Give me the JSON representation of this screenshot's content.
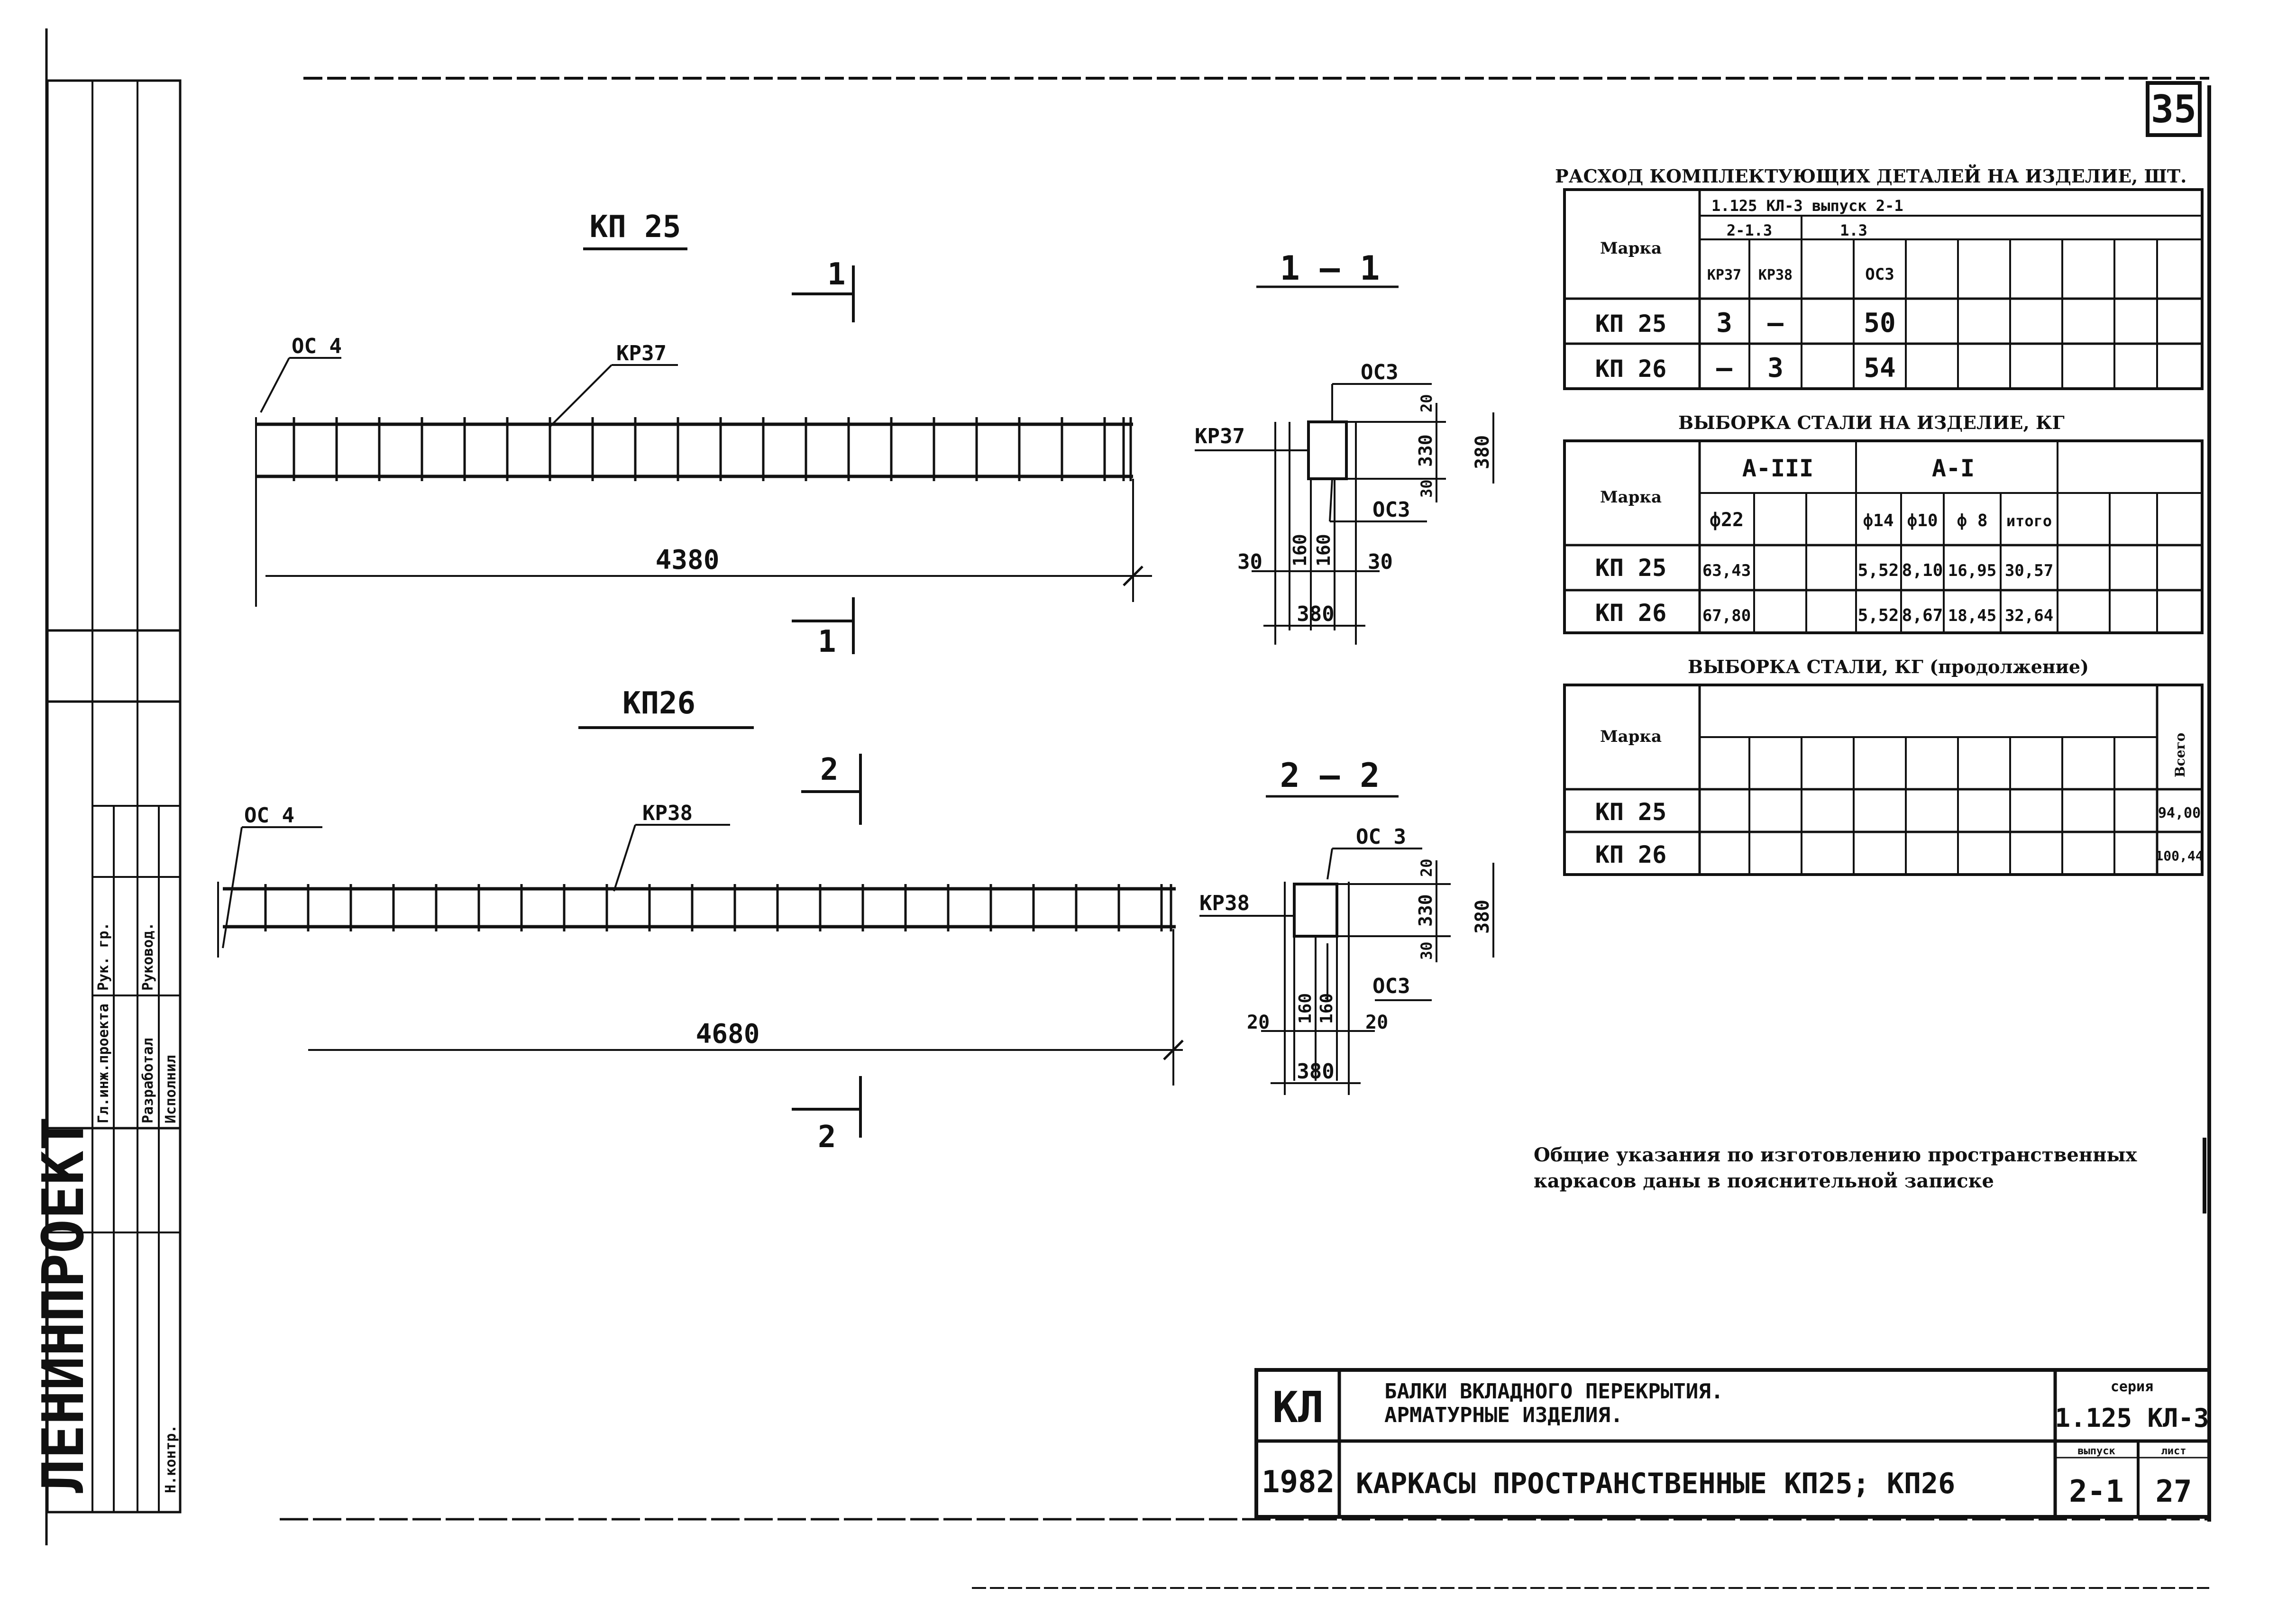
{
  "sheet_number": "35",
  "stamp": {
    "org": "ЛЕНИНПРОЕКТ",
    "roles": [
      "Гл.инж.проекта",
      "Рук. гр.",
      "Разработал",
      "Руковод.",
      "Исполнил",
      "Н.контр."
    ]
  },
  "views": {
    "kp25": {
      "title": "КП 25",
      "cut_mark": "1",
      "left_label": "ОС 4",
      "bar_label": "КР37",
      "length": "4380"
    },
    "kp26": {
      "title": "КП26",
      "cut_mark": "2",
      "left_label": "ОС 4",
      "bar_label": "КР38",
      "length": "4680"
    },
    "section1": {
      "title": "1 — 1",
      "top_label": "ОС3",
      "side_label": "КР37",
      "lower_label": "ОС3",
      "dims": {
        "d20": "20",
        "d330": "330",
        "d30": "30",
        "d380v": "380",
        "d30l": "30",
        "d160a": "160",
        "d160b": "160",
        "d30r": "30",
        "d380": "380"
      }
    },
    "section2": {
      "title": "2 — 2",
      "top_label": "ОС 3",
      "side_label": "КР38",
      "lower_label": "ОС3",
      "dims": {
        "d20": "20",
        "d330": "330",
        "d30": "30",
        "d380v": "380",
        "d20l": "20",
        "d160a": "160",
        "d160b": "160",
        "d20r": "20",
        "d380": "380"
      }
    }
  },
  "table1": {
    "title": "РАСХОД КОМПЛЕКТУЮЩИХ ДЕТАЛЕЙ НА ИЗДЕЛИЕ, ШТ.",
    "col_mark": "Марка",
    "series": "1.125 КЛ-3 выпуск 2-1",
    "groups": [
      "2-1.3",
      "1.3"
    ],
    "subheaders": [
      "КР37",
      "КР38",
      "",
      "ОС3"
    ],
    "rows": [
      {
        "mark": "КП 25",
        "cells": [
          "3",
          "—",
          "",
          "50"
        ]
      },
      {
        "mark": "КП 26",
        "cells": [
          "—",
          "3",
          "",
          "54"
        ]
      }
    ]
  },
  "table2": {
    "title": "ВЫБОРКА СТАЛИ НА ИЗДЕЛИЕ, КГ",
    "col_mark": "Марка",
    "groups": [
      "А-III",
      "А-I"
    ],
    "subheaders": [
      "ф22",
      "",
      "",
      "ф14",
      "ф10",
      "ф 8",
      "итого"
    ],
    "rows": [
      {
        "mark": "КП 25",
        "cells": [
          "63,43",
          "",
          "",
          "5,52",
          "8,10",
          "16,95",
          "30,57"
        ]
      },
      {
        "mark": "КП 26",
        "cells": [
          "67,80",
          "",
          "",
          "5,52",
          "8,67",
          "18,45",
          "32,64"
        ]
      }
    ]
  },
  "table3": {
    "title": "ВЫБОРКА СТАЛИ, КГ (продолжение)",
    "col_mark": "Марка",
    "col_total": "Всего",
    "rows": [
      {
        "mark": "КП 25",
        "total": "94,00"
      },
      {
        "mark": "КП 26",
        "total": "100,44"
      }
    ]
  },
  "notes": {
    "line1": "Общие указания по изготовлению пространственных",
    "line2": "каркасов даны в пояснительной записке"
  },
  "title_block": {
    "code": "КЛ",
    "year": "1982",
    "subject_line1": "БАЛКИ ВКЛАДНОГО ПЕРЕКРЫТИЯ.",
    "subject_line2": "АРМАТУРНЫЕ ИЗДЕЛИЯ.",
    "sheet_title": "КАРКАСЫ ПРОСТРАНСТВЕННЫЕ КП25; КП26",
    "series_label": "серия",
    "series_value": "1.125 КЛ-3",
    "issue_label": "выпуск",
    "issue_value": "2-1",
    "sheet_label": "лист",
    "sheet_value": "27"
  }
}
